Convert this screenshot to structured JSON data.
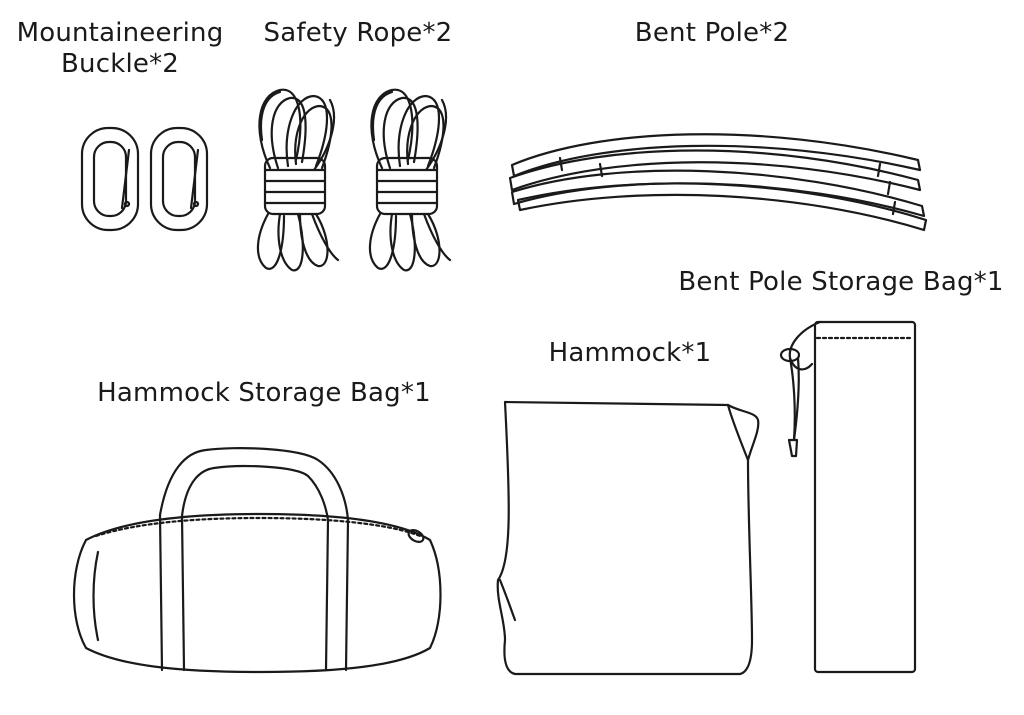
{
  "items": {
    "buckle": {
      "line1": "Mountaineering",
      "line2": "Buckle*2"
    },
    "rope": {
      "label": "Safety Rope*2"
    },
    "pole": {
      "label": "Bent Pole*2"
    },
    "pole_bag": {
      "label": "Bent Pole Storage Bag*1"
    },
    "hammock": {
      "label": "Hammock*1"
    },
    "hammock_bag": {
      "label": "Hammock Storage Bag*1"
    }
  },
  "colors": {
    "line": "#1a1a1a",
    "background": "#ffffff"
  }
}
